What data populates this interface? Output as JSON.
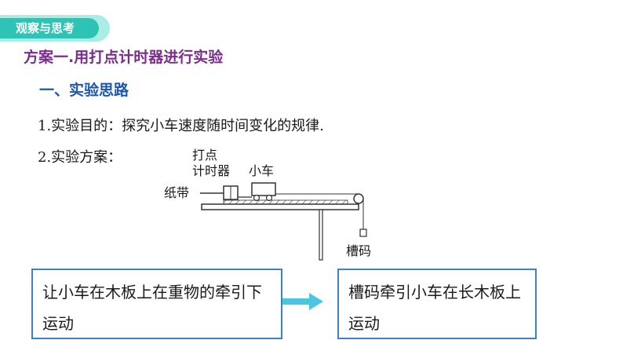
{
  "tag": {
    "label": "观察与思考"
  },
  "heading": {
    "plan": "方案一.用打点计时器进行实验",
    "section": "一、实验思路"
  },
  "lines": [
    "1.实验目的：探究小车速度随时间变化的规律.",
    "2.实验方案："
  ],
  "diagram": {
    "timer_label_1": "打点",
    "timer_label_2": "计时器",
    "cart_label": "小车",
    "tape_label": "纸带",
    "weight_label": "槽码"
  },
  "flow": {
    "left_text": "让小车在木板上在重物的牵引下运动",
    "right_text": "槽码牵引小车在长木板上运动"
  },
  "colors": {
    "teal": "#2fc3b6",
    "teal_light": "#a9ede5",
    "purple": "#7b2d8e",
    "blue": "#1d55b5",
    "box_border": "#3b82c7",
    "arrow": "#4cc6e0"
  }
}
